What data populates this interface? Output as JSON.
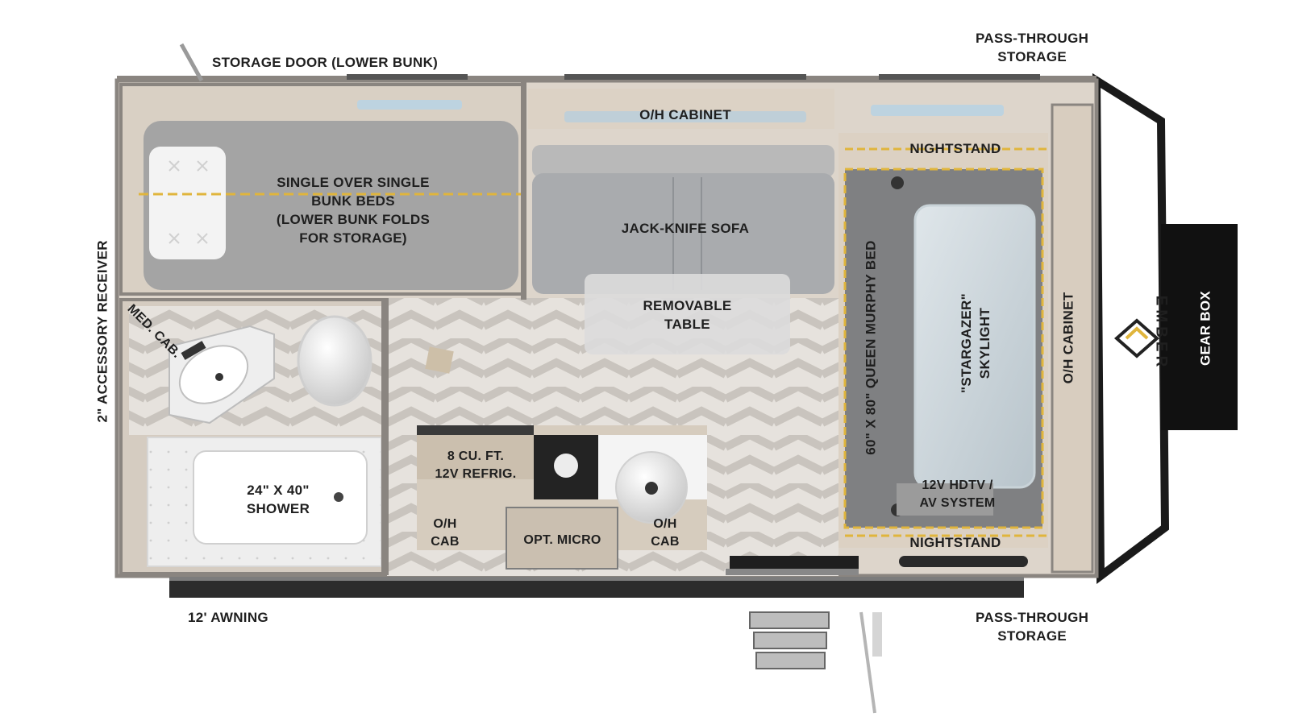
{
  "brand": {
    "logo_text": "EMBER"
  },
  "labels": {
    "storage_door": "STORAGE DOOR (LOWER BUNK)",
    "pass_through_top_1": "PASS-THROUGH",
    "pass_through_top_2": "STORAGE",
    "pass_through_bottom_1": "PASS-THROUGH",
    "pass_through_bottom_2": "STORAGE",
    "awning": "12' AWNING",
    "accessory_receiver": "2\" ACCESSORY RECEIVER",
    "bunk_1": "SINGLE OVER SINGLE",
    "bunk_2": "BUNK BEDS",
    "bunk_3": "(LOWER BUNK FOLDS",
    "bunk_4": "FOR STORAGE)",
    "oh_cabinet_top": "O/H CABINET",
    "sofa": "JACK-KNIFE SOFA",
    "table_1": "REMOVABLE",
    "table_2": "TABLE",
    "nightstand_top": "NIGHTSTAND",
    "nightstand_bottom": "NIGHTSTAND",
    "murphy_bed": "60\" X 80\" QUEEN MURPHY BED",
    "skylight_1": "\"STARGAZER\"",
    "skylight_2": "SKYLIGHT",
    "oh_cabinet_right": "O/H CABINET",
    "gear_box": "GEAR BOX",
    "med_cab": "MED. CAB.",
    "shower_1": "24\" X 40\"",
    "shower_2": "SHOWER",
    "refrig_1": "8 CU. FT.",
    "refrig_2": "12V REFRIG.",
    "oh_cab_left_1": "O/H",
    "oh_cab_left_2": "CAB",
    "micro": "OPT. MICRO",
    "oh_cab_right_1": "O/H",
    "oh_cab_right_2": "CAB",
    "hdtv_1": "12V HDTV /",
    "hdtv_2": "AV SYSTEM"
  },
  "colors": {
    "wall": "#8a8580",
    "floor": "#e9e4df",
    "cabinet": "#d6cbbd",
    "bed": "#a7a7a7",
    "accent_dash": "#e0b53c",
    "dark": "#1a1a1a"
  }
}
